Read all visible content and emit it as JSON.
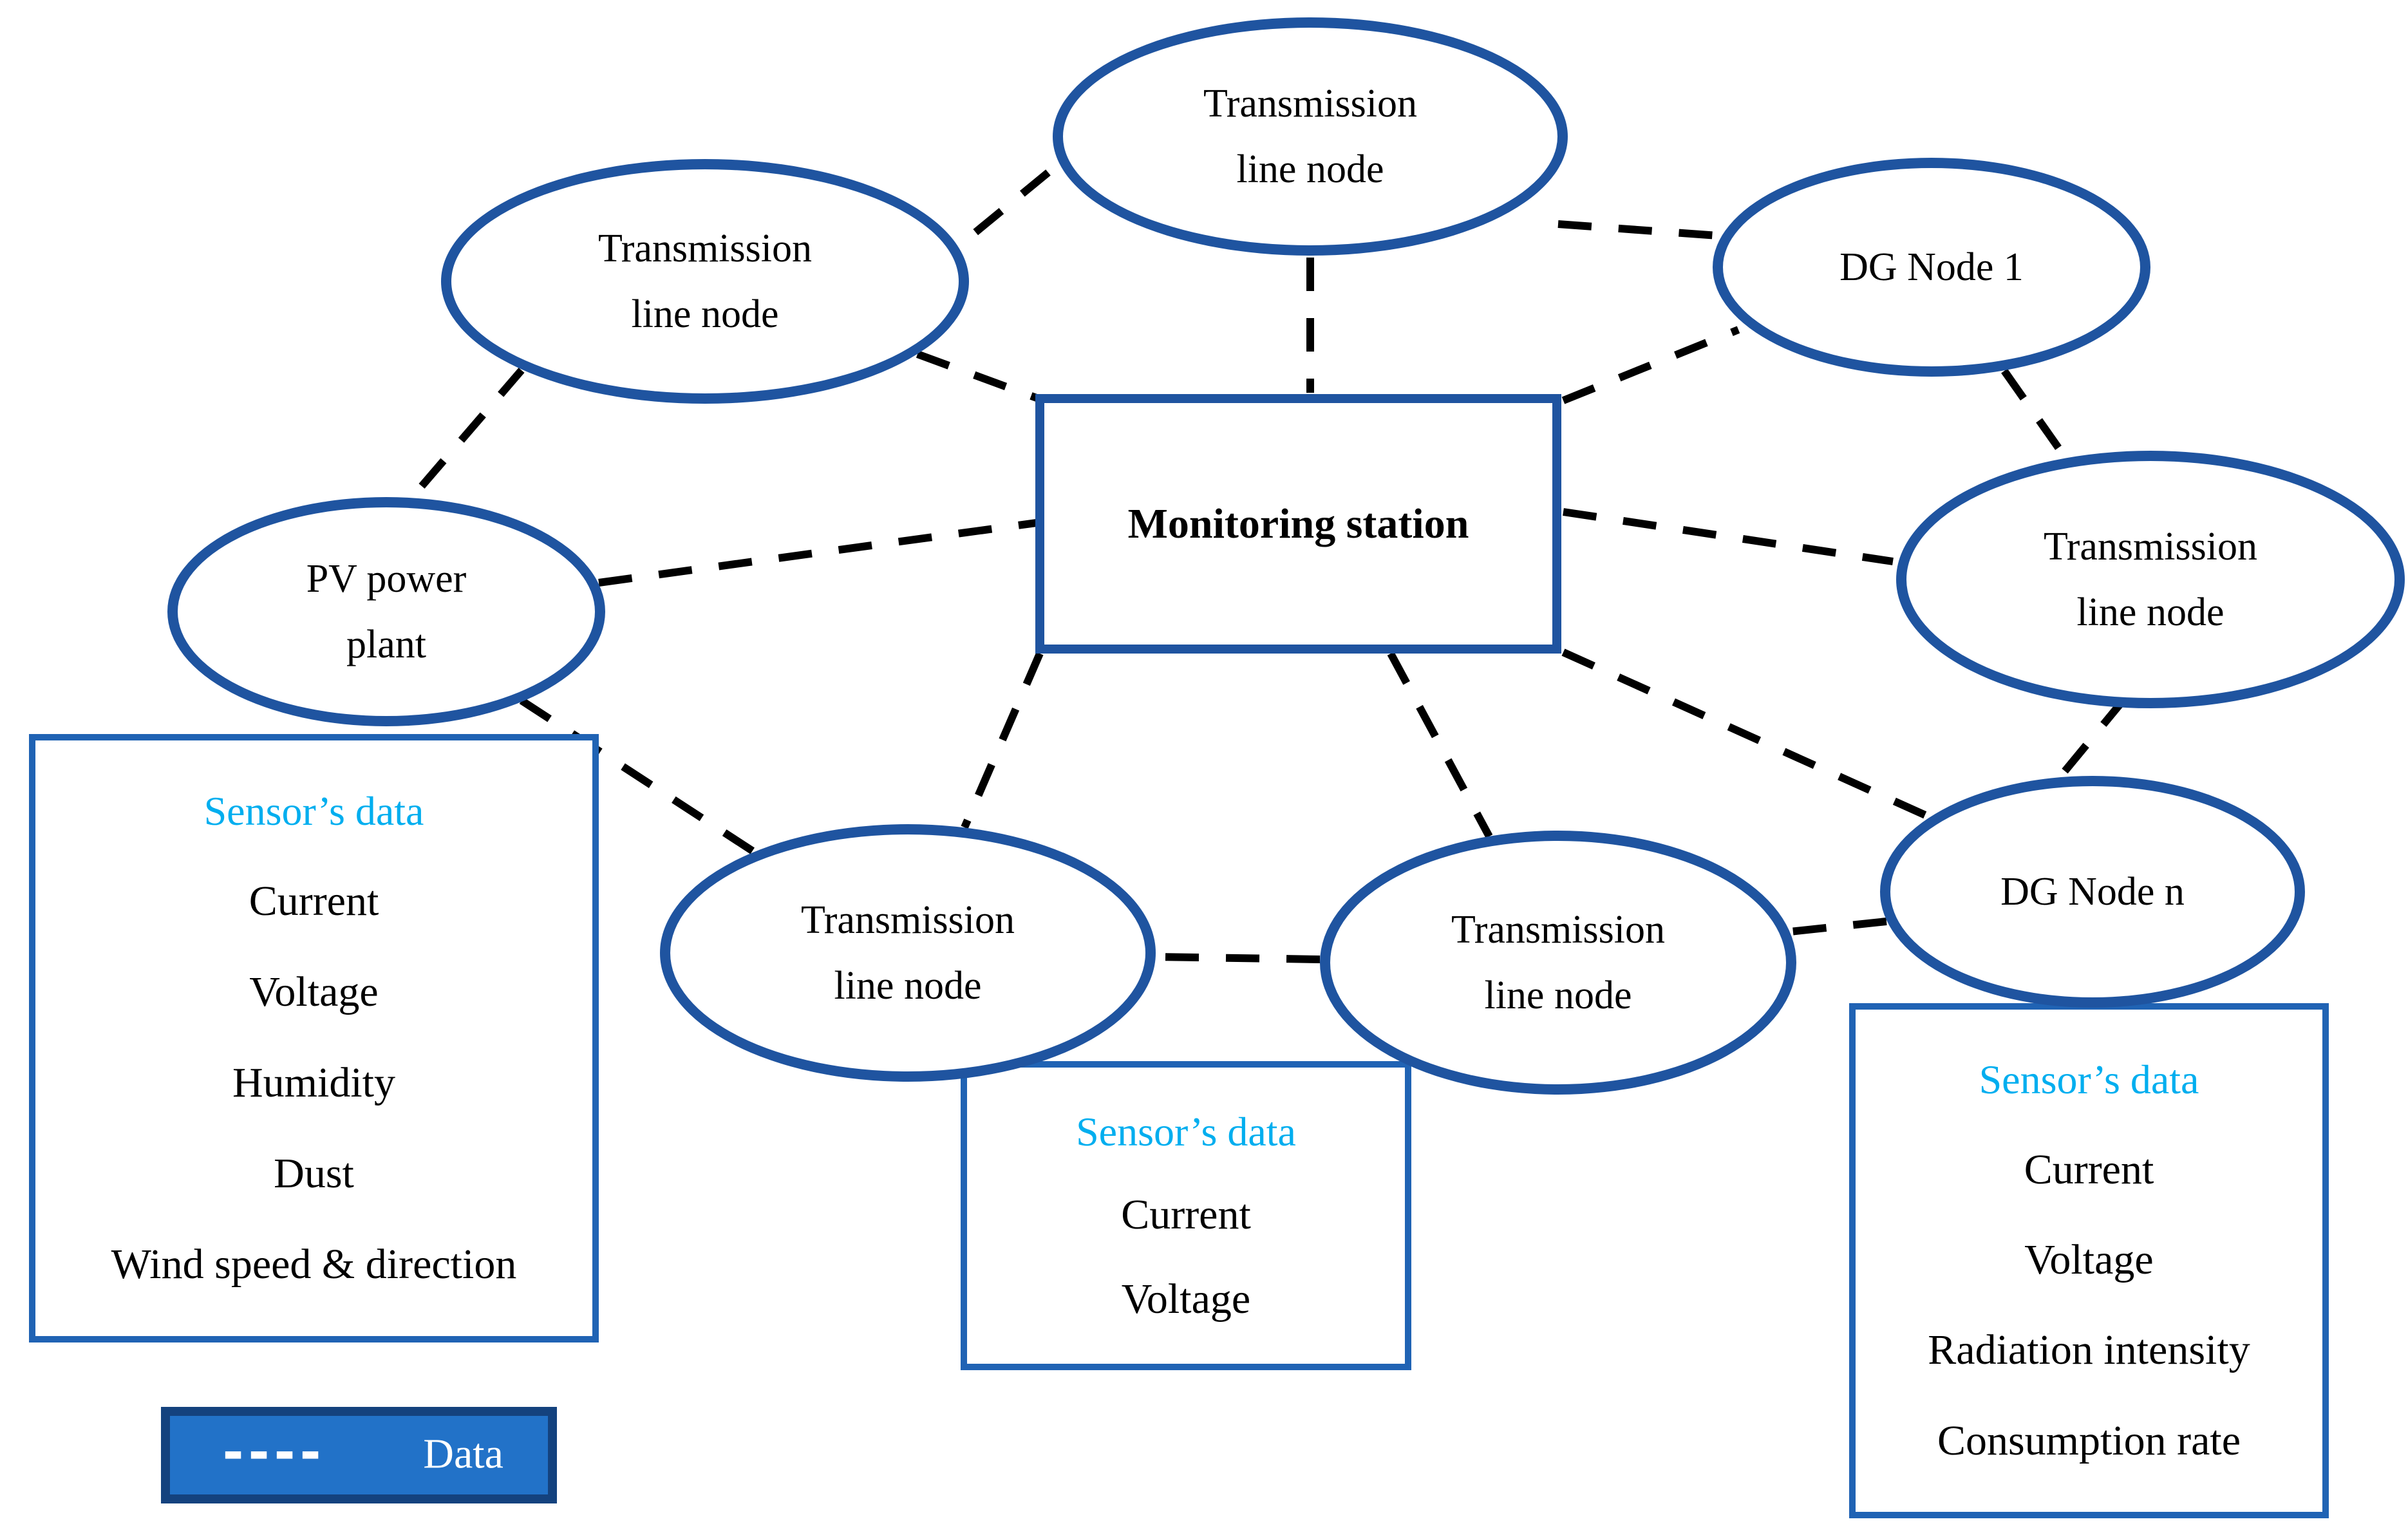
{
  "colors": {
    "background": "#ffffff",
    "node_border": "#1f54a0",
    "sensor_border": "#2063b4",
    "legend_fill": "#2272c8",
    "legend_border": "#14427e",
    "accent_cyan": "#00aeef",
    "dash_line": "#000000",
    "text": "#000000",
    "legend_text": "#ffffff"
  },
  "monitoring_station": {
    "label": "Monitoring station"
  },
  "nodes": [
    {
      "id": "transmission-line-node-top-left",
      "label": "Transmission\nline node"
    },
    {
      "id": "transmission-line-node-top",
      "label": "Transmission\nline node"
    },
    {
      "id": "dg-node-1",
      "label": "DG Node 1"
    },
    {
      "id": "pv-power-plant",
      "label": "PV power\nplant"
    },
    {
      "id": "transmission-line-node-right",
      "label": "Transmission\nline node"
    },
    {
      "id": "transmission-line-node-bottom-left",
      "label": "Transmission\nline node"
    },
    {
      "id": "transmission-line-node-bottom-right",
      "label": "Transmission\nline node"
    },
    {
      "id": "dg-node-n",
      "label": "DG Node n"
    }
  ],
  "sensor_boxes": [
    {
      "title": "Sensor’s data",
      "items": [
        "Current",
        "Voltage",
        "Humidity",
        "Dust",
        "Wind speed & direction"
      ]
    },
    {
      "title": "Sensor’s data",
      "items": [
        "Current",
        "Voltage"
      ]
    },
    {
      "title": "Sensor’s data",
      "items": [
        "Current",
        "Voltage",
        "Radiation intensity",
        "Consumption rate"
      ]
    }
  ],
  "legend": {
    "dash_symbol": "----",
    "label": "Data"
  }
}
